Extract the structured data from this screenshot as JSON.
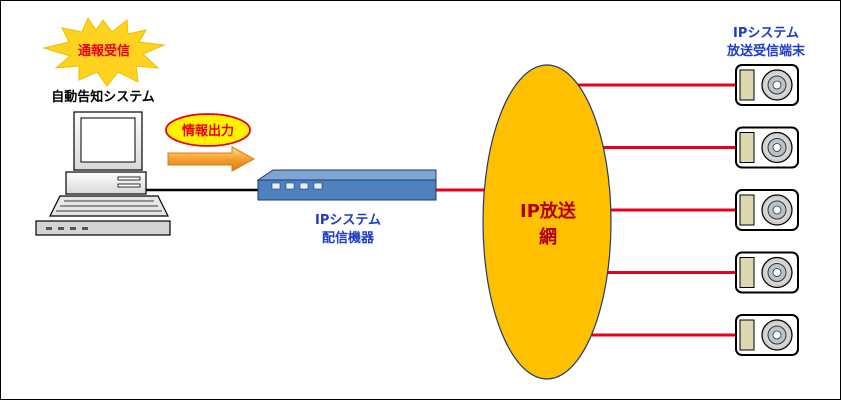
{
  "diagram": {
    "badge_notice": "通報受信",
    "pc_label": "自動告知システム",
    "output_label": "情報出力",
    "device_label_line1": "IPシステム",
    "device_label_line2": "配信機器",
    "network_label_line1": "IP放送",
    "network_label_line2": "網",
    "terminals_label_line1": "IPシステム",
    "terminals_label_line2": "放送受信端末"
  },
  "colors": {
    "burst": "#FFD21F",
    "burst_text": "#E8001C",
    "ellipse": "#FFC000",
    "network_text": "#B0001A",
    "link_red": "#E8001C",
    "label_blue": "#1D3BC8",
    "device_blue": "#4F81BD",
    "arrow_orange": "#F5A030"
  },
  "terminal_count": 5
}
